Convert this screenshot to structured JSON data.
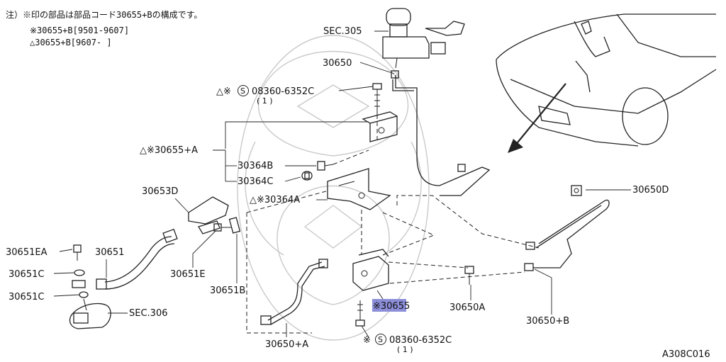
{
  "notes": {
    "line1": "注）※印の部品は部品コード30655+Bの構成です。",
    "line2": "※30655+B[9501-9607]",
    "line3": "△30655+B[9607-      ]"
  },
  "labels": {
    "sec305": "SEC.305",
    "p30650": "30650",
    "bolt_top_prefix": "△※",
    "bolt_top_code": "08360-6352C",
    "bolt_top_qty": "( 1 )",
    "p30655A": "△※30655+A",
    "p30364B": "30364B",
    "p30364C": "30364C",
    "p30364A": "△※30364A",
    "p30653D": "30653D",
    "p30651EA": "30651EA",
    "p30651": "30651",
    "p30651C_1": "30651C",
    "p30651C_2": "30651C",
    "p30651E": "30651E",
    "p30651B": "30651B",
    "sec306": "SEC.306",
    "p30650D": "30650D",
    "p30655_highlight": "※30655",
    "p30650A": "30650A",
    "p30650B": "30650+B",
    "p30650A_plus": "30650+A",
    "bolt_bottom_prefix": "※",
    "bolt_bottom_code": "08360-6352C",
    "bolt_bottom_qty": "( 1 )",
    "diagram_code": "A308C016",
    "circle_s": "S"
  },
  "colors": {
    "highlight": "#8c8ed8",
    "line": "#222222",
    "watermark": "#c9c9c9"
  }
}
